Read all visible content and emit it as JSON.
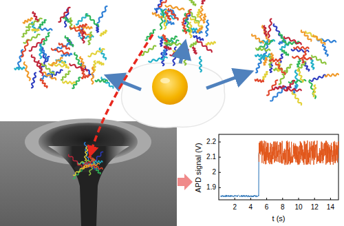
{
  "diagram": {
    "labels": [
      "2.2",
      "2.1",
      "2",
      "1.9",
      "2",
      "4",
      "6",
      "8",
      "10",
      "12",
      "14",
      "t (s)",
      "APD signal (V)"
    ]
  }
}
